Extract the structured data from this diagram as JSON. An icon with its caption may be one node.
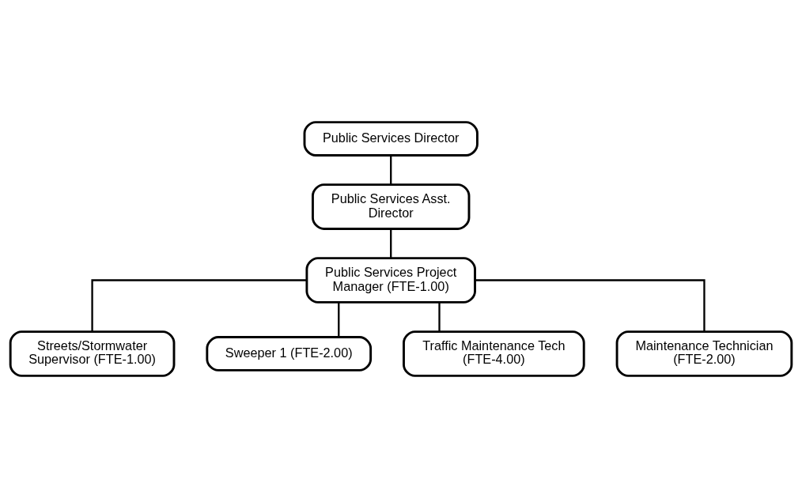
{
  "diagram": {
    "nodes": [
      {
        "text": [
          "Public Services Director"
        ]
      },
      {
        "text": [
          "Public Services Asst. Director"
        ]
      },
      {
        "text": [
          "Public Services Project Manager (FTE-1.00)"
        ]
      },
      {
        "text": [
          "Streets/Stormwater Supervisor (FTE-1.00)"
        ]
      },
      {
        "text": [
          "Sweeper 1 (FTE-2.00)"
        ]
      },
      {
        "text": [
          "Traffic Maintenance Tech (FTE-4.00)"
        ]
      },
      {
        "text": [
          "Maintenance Technician (FTE-2.00)"
        ]
      }
    ],
    "edges": [
      {
        "from": 0,
        "to": 1,
        "arrow": "none"
      },
      {
        "from": 1,
        "to": 2,
        "arrow": "none"
      },
      {
        "from": 2,
        "to": 3,
        "arrow": "none"
      },
      {
        "from": 2,
        "to": 4,
        "arrow": "none"
      },
      {
        "from": 2,
        "to": 5,
        "arrow": "none"
      },
      {
        "from": 2,
        "to": 6,
        "arrow": "none"
      }
    ]
  }
}
